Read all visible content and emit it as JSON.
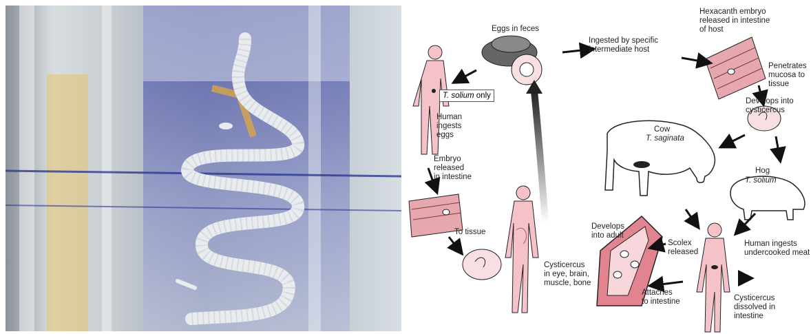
{
  "photo": {
    "colors": {
      "glass": "#c4cbd2",
      "band": "#2d3a92",
      "worm": "#e9ecef",
      "yellow": "#e0b24a"
    }
  },
  "diagram": {
    "eggs_label": "Eggs in feces",
    "ingested_label": "Ingested by specific\nintermediate host",
    "hexacanth_label": "Hexacanth embryo\nreleased in intestine\nof host",
    "penetrates_label": "Penetrates\nmucosa to\ntissue",
    "develops_cysticercus_label": "Develops into\ncysticercus",
    "cow_label": "Cow",
    "cow_species": "T. saginata",
    "hog_label": "Hog",
    "hog_species": "T. solium",
    "solium_only_species": "T. solium",
    "solium_only_suffix": " only",
    "human_ingests_eggs_label": "Human\ningests\neggs",
    "embryo_released_label": "Embryo\nreleased\nin intestine",
    "to_tissue_label": "To tissue",
    "cysticercus_eye_label": "Cysticercus\nin eye, brain,\nmuscle, bone",
    "develops_adult_label": "Develops\ninto adult",
    "scolex_label": "Scolex\nreleased",
    "attaches_label": "Attaches\nto intestine",
    "human_meat_label": "Human ingests\nundercooked meat",
    "dissolved_label": "Cysticercus\ndissolved in\nintestine",
    "colors": {
      "skin": "#f4c2c8",
      "tissue": "#d98c94",
      "outline": "#222",
      "arrow": "#111"
    }
  }
}
